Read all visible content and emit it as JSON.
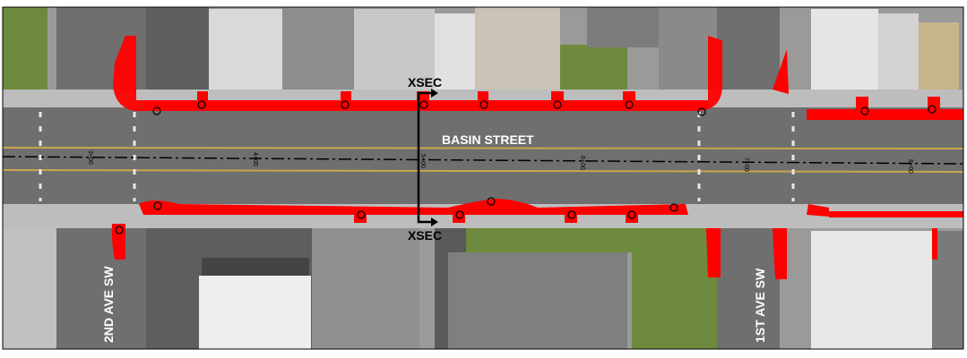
{
  "map": {
    "main_street_label": "BASIN STREET",
    "cross_streets": [
      {
        "label": "2ND AVE SW"
      },
      {
        "label": "1ST AVE SW"
      }
    ],
    "section_labels": {
      "top": "XSEC",
      "bottom": "XSEC"
    },
    "stations": [
      "3+00",
      "4+00",
      "5+00",
      "6+00",
      "7+00",
      "8+00"
    ],
    "colors": {
      "improvement": "#ff0000",
      "road": "#6f6f70",
      "sidewalk": "#bdbdbd",
      "roof": "#d9d9d9",
      "grass": "#6e8a3d",
      "lane_yellow": "#c9a64a",
      "centerline": "#000000"
    }
  }
}
